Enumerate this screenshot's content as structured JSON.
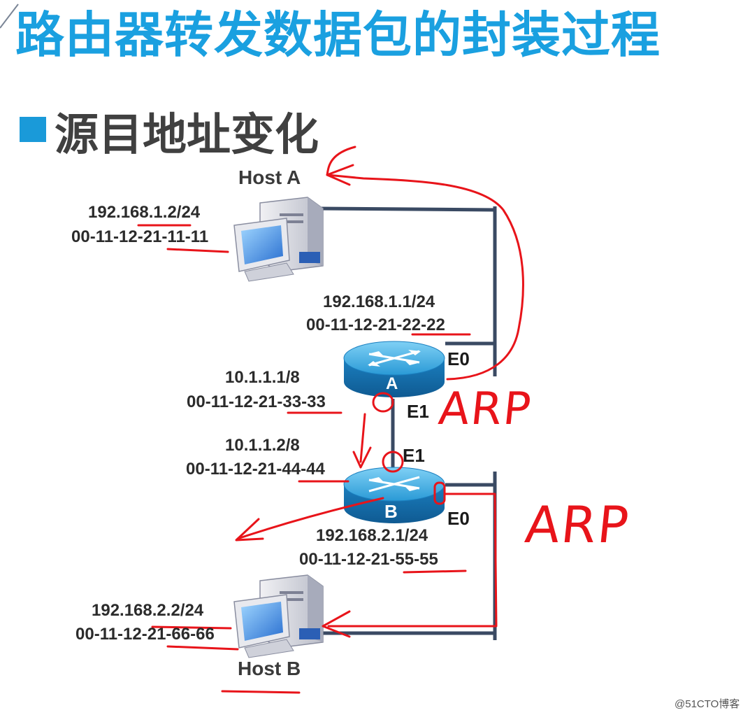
{
  "title": "路由器转发数据包的封装过程",
  "subtitle": "源目地址变化",
  "host_a": {
    "name": "Host A",
    "ip": "192.168.1.2/24",
    "mac": "00-11-12-21-11-11"
  },
  "host_b": {
    "name": "Host B",
    "ip": "192.168.2.2/24",
    "mac": "00-11-12-21-66-66"
  },
  "router_a": {
    "name": "A",
    "e0": {
      "port": "E0",
      "ip": "192.168.1.1/24",
      "mac": "00-11-12-21-22-22"
    },
    "e1": {
      "port": "E1",
      "ip": "10.1.1.1/8",
      "mac": "00-11-12-21-33-33"
    }
  },
  "router_b": {
    "name": "B",
    "e1": {
      "port": "E1",
      "ip": "10.1.1.2/8",
      "mac": "00-11-12-21-44-44"
    },
    "e0": {
      "port": "E0",
      "ip": "192.168.2.1/24",
      "mac": "00-11-12-21-55-55"
    }
  },
  "annotations": {
    "arp_upper": "ARP",
    "arp_lower": "ARP"
  },
  "watermark": "@51CTO博客",
  "colors": {
    "title": "#1aa0e0",
    "bullet": "#1a9ad9",
    "annotation": "#e8141a",
    "wire": "#3a4a63",
    "router": "#1f8fc8"
  }
}
